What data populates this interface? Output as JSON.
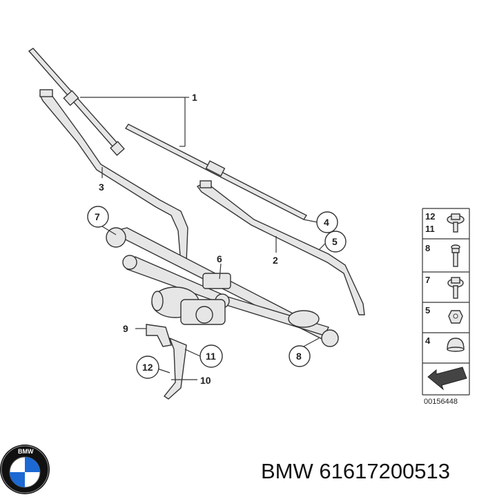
{
  "callouts": {
    "c1": "1",
    "c2": "2",
    "c3": "3",
    "c4": "4",
    "c5": "5",
    "c6": "6",
    "c7": "7",
    "c8": "8",
    "c9": "9",
    "c10": "10",
    "c11": "11",
    "c12": "12"
  },
  "legend": {
    "row1_a": "12",
    "row1_b": "11",
    "row2": "8",
    "row3": "7",
    "row4": "5",
    "row5": "4"
  },
  "diagram_code": "00156448",
  "brand": {
    "logo_text": "BMW",
    "logo_colors": {
      "blue": "#1c69d4",
      "black": "#111111"
    }
  },
  "part_label": "BMW 61617200513"
}
